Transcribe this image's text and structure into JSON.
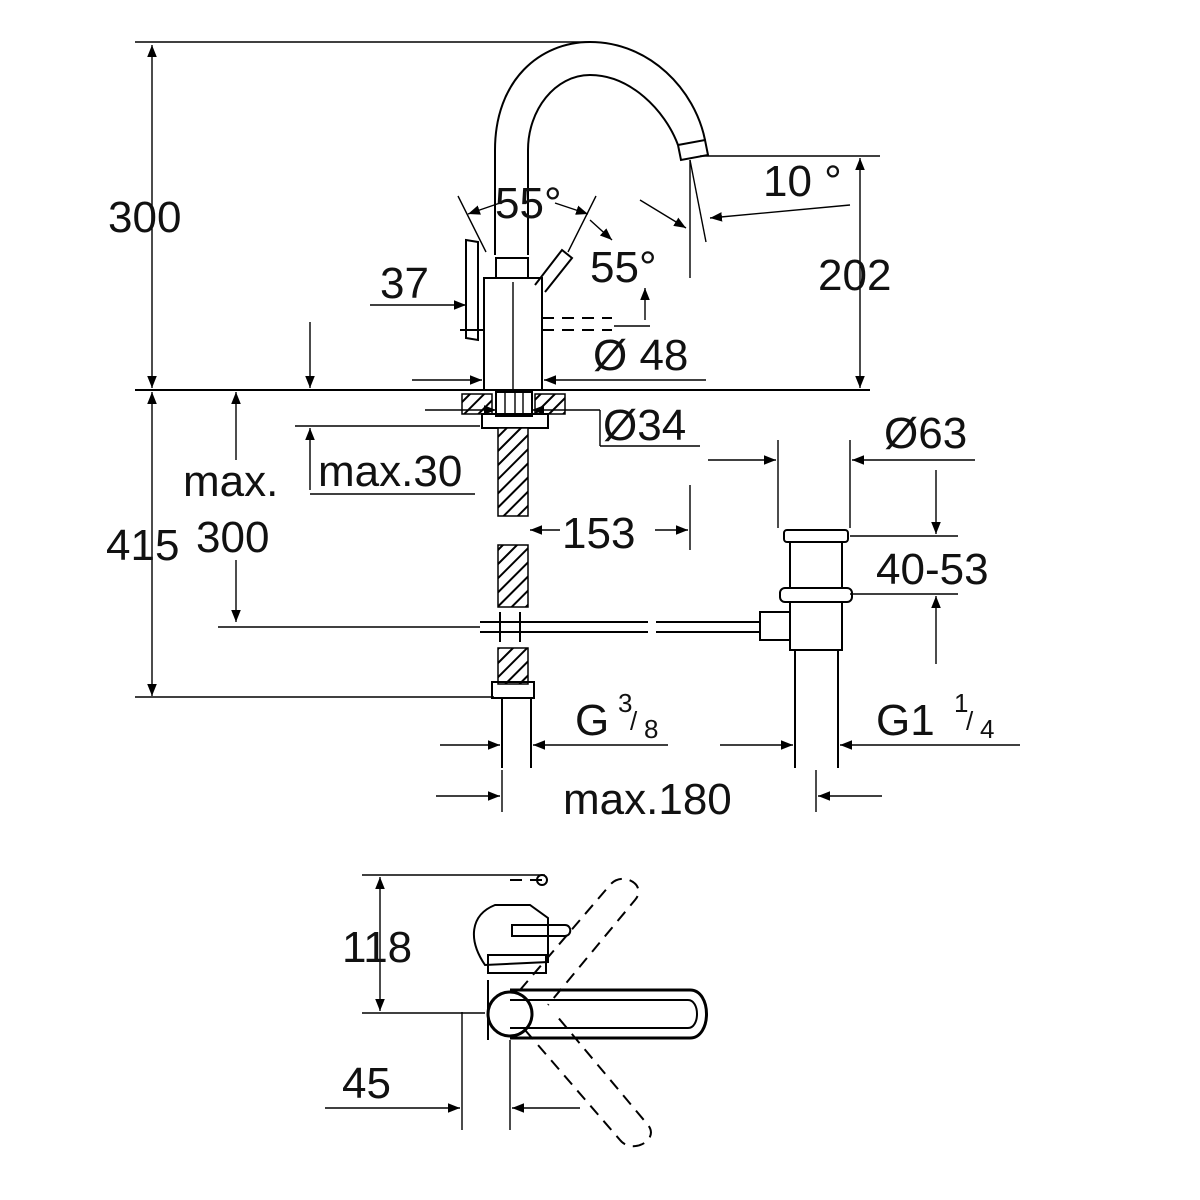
{
  "front_view": {
    "height_total": "300",
    "spout_angle_1": "55°",
    "lever_angle": "55°",
    "spout_tilt": "10 °",
    "spout_height": "202",
    "lever_offset": "37",
    "body_diameter": "Ø 48",
    "hole_diameter": "Ø34",
    "max_deck_thickness": "max.30",
    "hose_max_label": "max.",
    "hose_max_value": "300",
    "below_deck_total": "415",
    "spout_reach": "153",
    "waste_diameter": "Ø63",
    "waste_range": "40-53",
    "connection_thread": "G",
    "connection_num": "3",
    "connection_den": "8",
    "waste_thread": "G1",
    "waste_num": "1",
    "waste_den": "4",
    "max_distance": "max.180"
  },
  "top_view": {
    "depth": "118",
    "offset": "45"
  }
}
